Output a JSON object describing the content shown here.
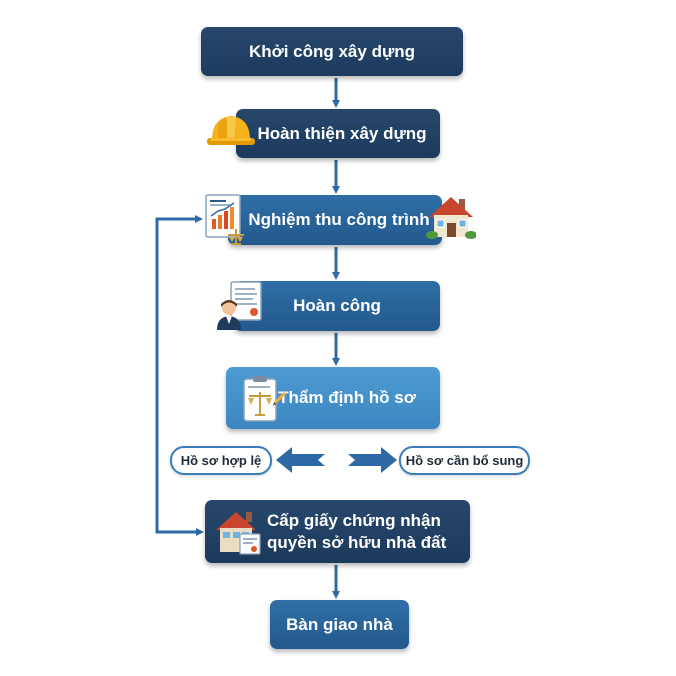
{
  "steps": {
    "start": "Khởi công xây dựng",
    "finish": "Hoàn thiện xây dựng",
    "acceptance": "Nghiệm thu công trình",
    "completion": "Hoàn công",
    "review": "Thẩm định hồ sơ",
    "certificate_line1": "Cấp giấy chứng nhận",
    "certificate_line2": "quyền sở hữu nhà đất",
    "handover": "Bàn giao nhà"
  },
  "outcomes": {
    "valid": "Hồ sơ hợp lệ",
    "supplement": "Hồ sơ cần bổ sung"
  },
  "colors": {
    "dark_box": "#1f3f63",
    "mid_box": "#2a66a0",
    "light_box": "#4592cc",
    "arrow": "#2f6aa6",
    "pill_border": "#3a7dbb"
  },
  "icons": [
    "hard-hat-icon",
    "report-chart-icon",
    "house-icon",
    "person-document-icon",
    "clipboard-scale-icon",
    "certificate-house-icon"
  ]
}
